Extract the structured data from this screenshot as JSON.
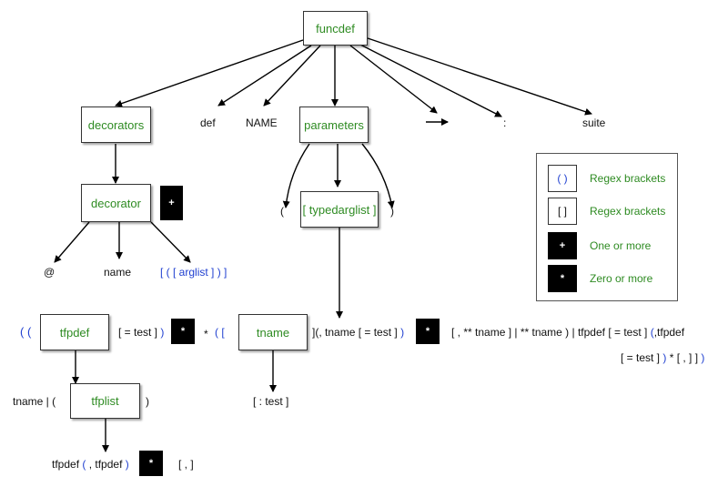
{
  "nodes": {
    "funcdef": "funcdef",
    "decorators": "decorators",
    "decorator": "decorator",
    "parameters": "parameters",
    "typedarglist": "[ typedarglist ]",
    "tfpdef": "tfpdef",
    "tname": "tname",
    "tfplist": "tfplist"
  },
  "terminals": {
    "def": "def",
    "name_upper": "NAME",
    "colon": ":",
    "suite": "suite",
    "at": "@",
    "name_lower": "name",
    "arglist_open": "[ (",
    "arglist_inner": "[ arglist ]",
    "arglist_close": ") ]",
    "paren_open": "(",
    "paren_close": ")",
    "tf_open": "( (",
    "tf_default": "[ = test ]",
    "tf_close": ")",
    "star_sep": "*",
    "tn_open": "( [",
    "tn_mid_bracket": "](",
    "tn_mid_text": ", tname [ = test ]",
    "tn_mid_close": ")",
    "long_text": "[ , ** tname ] | ** tname ) | tfpdef [ = test ]",
    "long_open": "(",
    "long_tail": ",tfpdef",
    "second_line_text": "[ = test ]",
    "second_line_close": ")",
    "second_line_star": "* [ , ] ]",
    "second_line_end": ")",
    "tname_test": "[ : test ]",
    "tfplist_prefix": "tname | (",
    "tfplist_close": ")",
    "bottom_tfpdef": "tfpdef",
    "bottom_paren": "(",
    "bottom_mid": ", tfpdef",
    "bottom_close": ")",
    "bottom_comma": "[ , ]"
  },
  "badges": {
    "plus": "+",
    "star": "*"
  },
  "legend": [
    {
      "symbol": "( )",
      "label": "Regex brackets",
      "style": "outlined",
      "symbol_color": "#1f3fd0"
    },
    {
      "symbol": "[ ]",
      "label": "Regex brackets",
      "style": "outlined",
      "symbol_color": "#111111"
    },
    {
      "symbol": "+",
      "label": "One or more",
      "style": "filled",
      "symbol_color": "#ffffff"
    },
    {
      "symbol": "*",
      "label": "Zero or more",
      "style": "filled",
      "symbol_color": "#ffffff"
    }
  ],
  "colors": {
    "node_text": "#2e8b22",
    "regex_bracket": "#1f3fd0",
    "badge_bg": "#000000"
  }
}
